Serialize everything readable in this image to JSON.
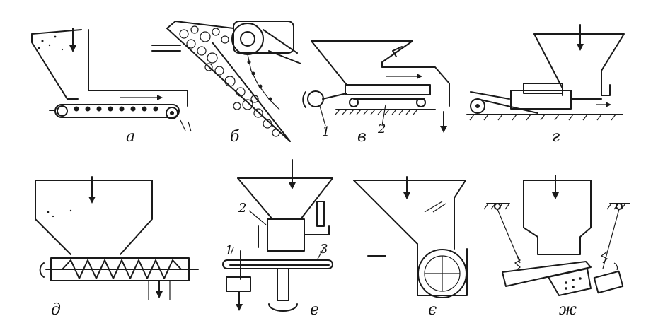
{
  "panels": [
    {
      "id": "a",
      "caption": "а"
    },
    {
      "id": "b",
      "caption": "б"
    },
    {
      "id": "v",
      "caption": "в",
      "labels": [
        "1",
        "2"
      ]
    },
    {
      "id": "g",
      "caption": "г"
    },
    {
      "id": "d",
      "caption": "д"
    },
    {
      "id": "e",
      "caption": "е",
      "labels": [
        "1",
        "2",
        "3"
      ]
    },
    {
      "id": "ye",
      "caption": "є"
    },
    {
      "id": "zh",
      "caption": "ж"
    }
  ]
}
